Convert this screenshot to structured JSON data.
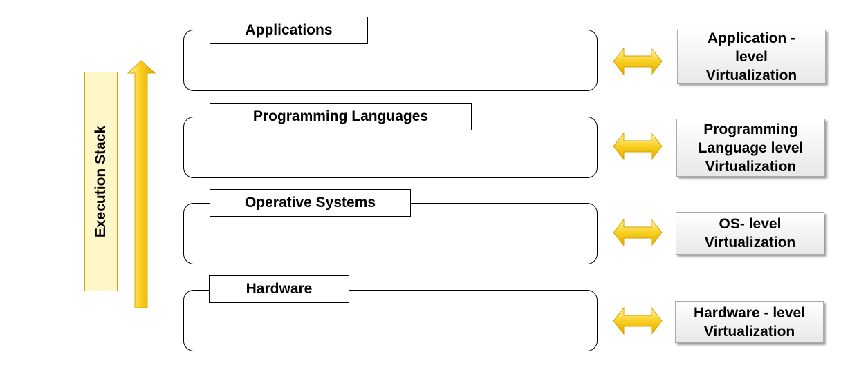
{
  "stack": {
    "label": "Execution Stack"
  },
  "layers": [
    {
      "id": "applications",
      "label": "Applications"
    },
    {
      "id": "programming-languages",
      "label": "Programming Languages"
    },
    {
      "id": "operative-systems",
      "label": "Operative Systems"
    },
    {
      "id": "hardware",
      "label": "Hardware"
    }
  ],
  "virtualization": [
    {
      "id": "application",
      "lines": [
        "Application -",
        "level",
        "Virtualization"
      ]
    },
    {
      "id": "programming-language",
      "lines": [
        "Programming",
        "Language level",
        "Virtualization"
      ]
    },
    {
      "id": "os",
      "lines": [
        "OS-  level",
        "Virtualization"
      ]
    },
    {
      "id": "hardware",
      "lines": [
        "Hardware -  level",
        "Virtualization"
      ]
    }
  ],
  "colors": {
    "arrow_fill": "#f7c51e",
    "arrow_light": "#fff3a8",
    "label_fill": "#fff7c7",
    "label_border": "#c9a80e"
  }
}
